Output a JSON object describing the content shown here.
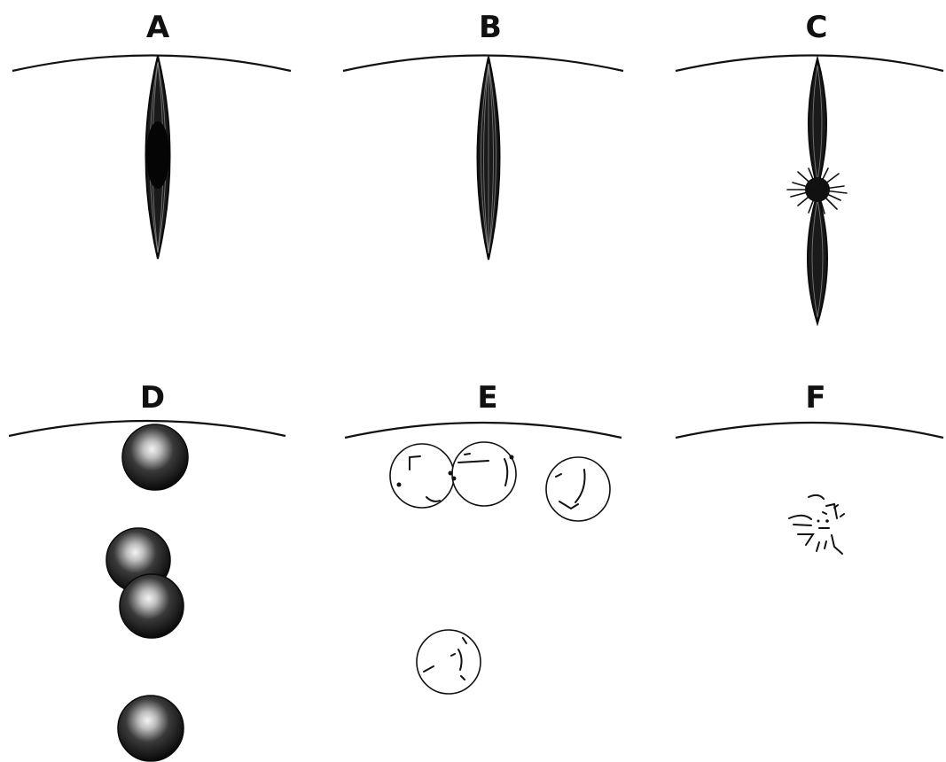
{
  "panels": [
    {
      "label": "A"
    },
    {
      "label": "B"
    },
    {
      "label": "C"
    },
    {
      "label": "D"
    },
    {
      "label": "E"
    },
    {
      "label": "F"
    }
  ],
  "colors": {
    "ink": "#111111",
    "background": "#ffffff",
    "fiber_highlight": "#9a9a9a"
  }
}
